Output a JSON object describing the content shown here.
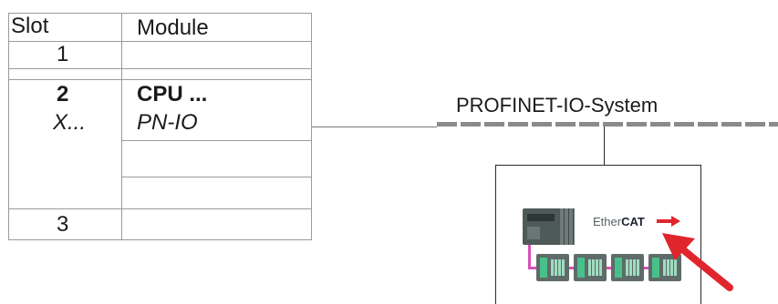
{
  "table": {
    "headers": {
      "slot": "Slot",
      "module": "Module"
    },
    "rows": [
      {
        "slot": "1",
        "module": ""
      },
      {
        "slot": "2",
        "module": "CPU ..."
      },
      {
        "slot": "X...",
        "module": "PN-IO"
      },
      {
        "slot": "",
        "module": ""
      },
      {
        "slot": "",
        "module": ""
      },
      {
        "slot": "3",
        "module": ""
      }
    ]
  },
  "network": {
    "label": "PROFINET-IO-System"
  },
  "device": {
    "logo_text_light": "Ether",
    "logo_text_bold": "CAT"
  },
  "colors": {
    "bus": "#8a8a8a",
    "ethercat_wire": "#d94fb5",
    "arrow": "#e0252c",
    "logo_arrow": "#e0252c"
  }
}
